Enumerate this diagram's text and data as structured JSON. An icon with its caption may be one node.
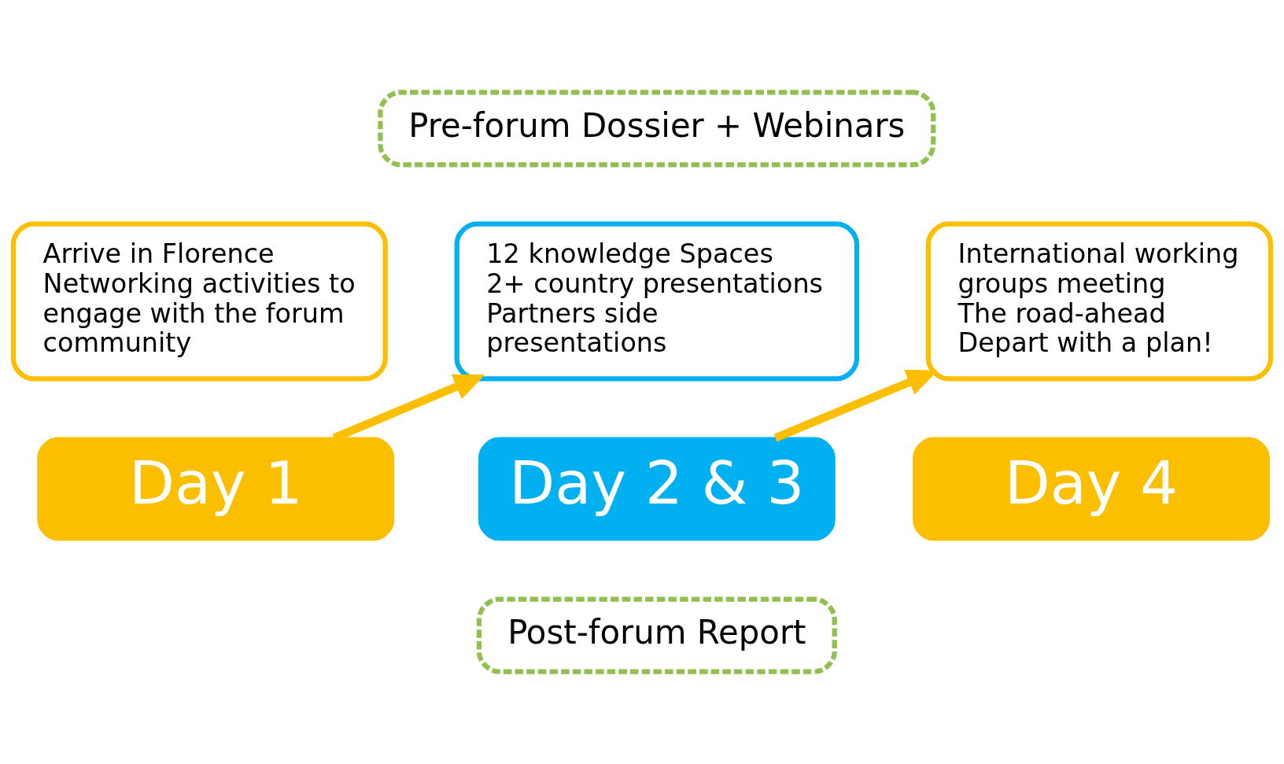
{
  "diagram": {
    "nodes": [
      {
        "text": [
          "Pre-forum Dossier + Webinars"
        ]
      },
      {
        "text": [
          "Arrive in Florence",
          "Networking activities to engage with the forum community"
        ]
      },
      {
        "text": [
          "Day 1"
        ]
      },
      {
        "text": [
          "12 knowledge Spaces",
          "2+ country presentations",
          "Partners side presentations"
        ]
      },
      {
        "text": [
          "Day 2 & 3"
        ]
      },
      {
        "text": [
          "International working groups meeting",
          "The road-ahead",
          "Depart with a plan!"
        ]
      },
      {
        "text": [
          "Day 4"
        ]
      },
      {
        "text": [
          "Post-forum Report"
        ]
      }
    ],
    "edges": [
      {
        "from": 2,
        "to": 3,
        "arrow": "to"
      },
      {
        "from": 4,
        "to": 5,
        "arrow": "to"
      }
    ]
  }
}
